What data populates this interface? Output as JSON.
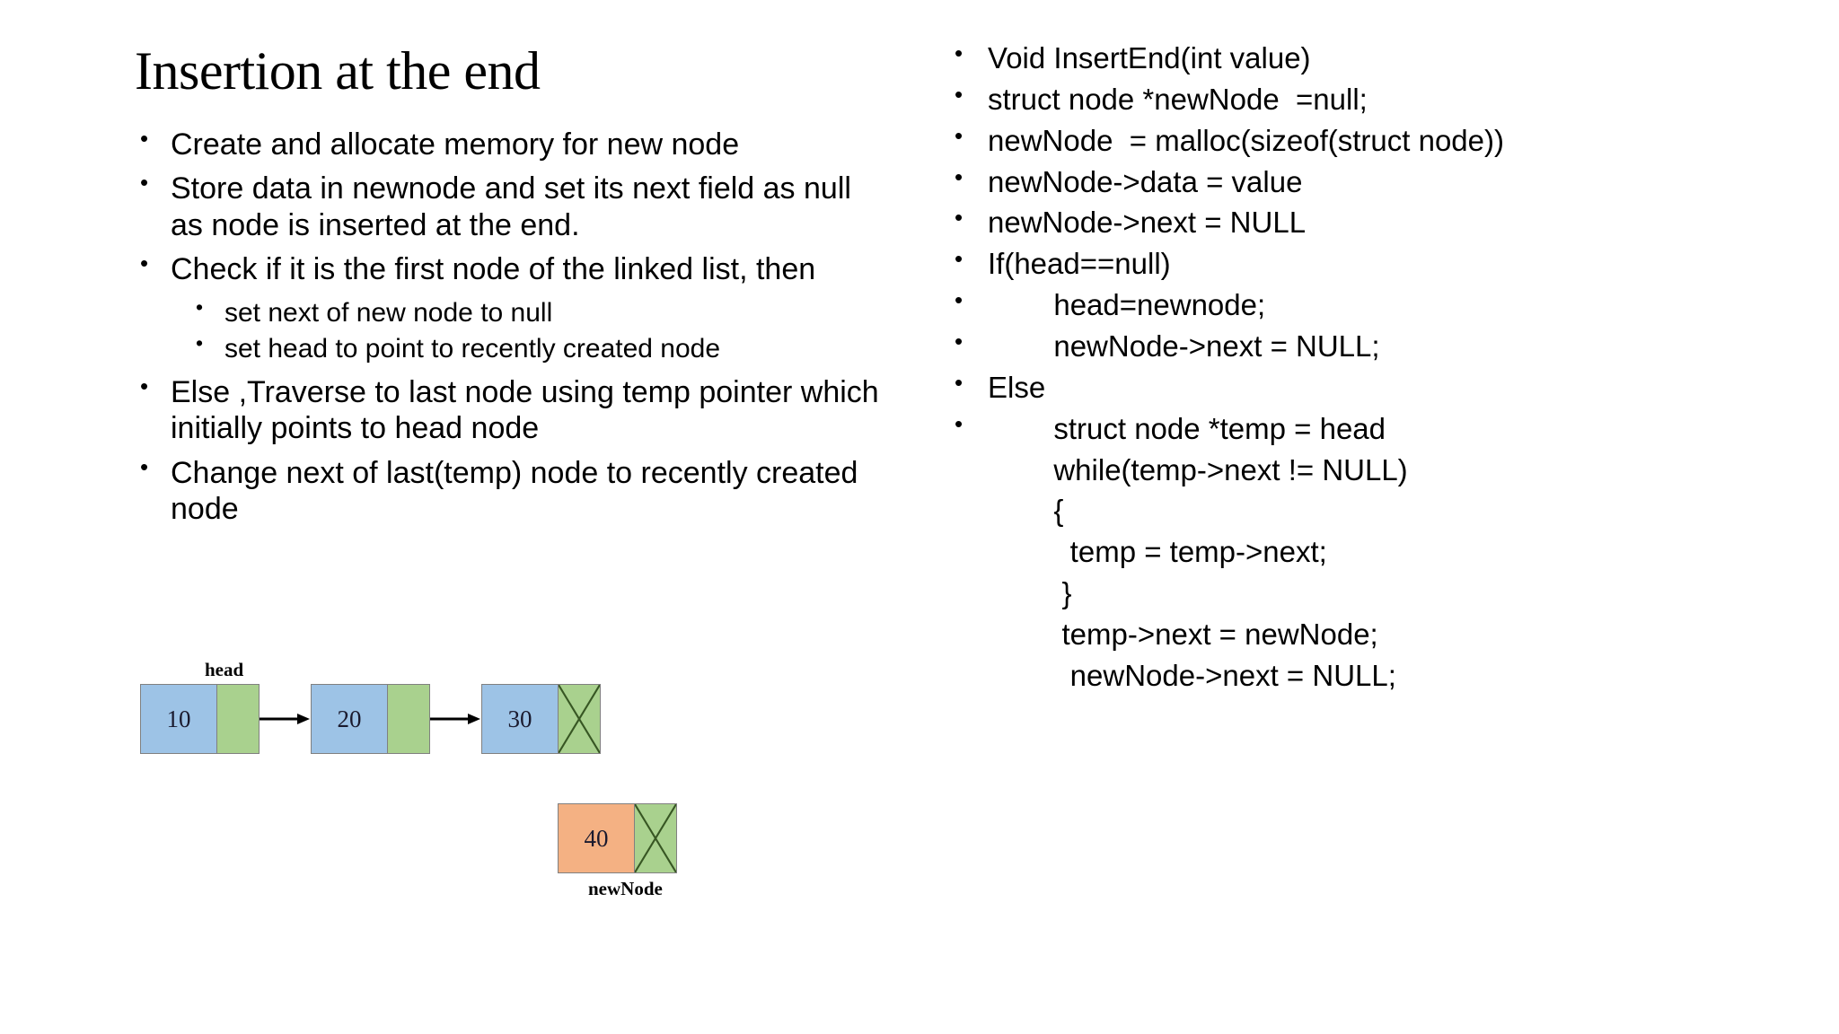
{
  "slide": {
    "title": "Insertion at the end",
    "left_bullets": [
      {
        "text": "Create and allocate memory for new node",
        "level": 1
      },
      {
        "text": "Store data in newnode and set its next field as null as node is inserted at the end.",
        "level": 1
      },
      {
        "text": "Check if it is the first  node of the linked list, then",
        "level": 1
      },
      {
        "text": "set next of new node to null",
        "level": 2
      },
      {
        "text": "set head to point to recently created node",
        "level": 2
      },
      {
        "text": "Else ,Traverse to last node using temp pointer which initially points to head node",
        "level": 1
      },
      {
        "text": "Change next of last(temp) node to recently created node",
        "level": 1
      }
    ],
    "code_lines": [
      {
        "text": "Void InsertEnd(int value)",
        "bullet": true
      },
      {
        "text": "struct node *newNode  =null;",
        "bullet": true
      },
      {
        "text": "newNode  = malloc(sizeof(struct node))",
        "bullet": true
      },
      {
        "text": "newNode->data = value",
        "bullet": true
      },
      {
        "text": "newNode->next = NULL",
        "bullet": true
      },
      {
        "text": "If(head==null)",
        "bullet": true
      },
      {
        "text": "        head=newnode;",
        "bullet": true
      },
      {
        "text": "        newNode->next = NULL;",
        "bullet": true
      },
      {
        "text": "Else",
        "bullet": true
      },
      {
        "text": "        struct node *temp = head",
        "bullet": true
      },
      {
        "text": "        while(temp->next != NULL)",
        "bullet": false
      },
      {
        "text": "        {",
        "bullet": false
      },
      {
        "text": "          temp = temp->next;",
        "bullet": false
      },
      {
        "text": "         }",
        "bullet": false
      },
      {
        "text": "         temp->next = newNode;",
        "bullet": false
      },
      {
        "text": "          newNode->next = NULL;",
        "bullet": false
      }
    ],
    "diagram": {
      "head_label": "head",
      "newnode_label": "newNode",
      "colors": {
        "data_cell": "#9DC3E6",
        "next_cell": "#A9D18E",
        "newnode_data_cell": "#F4B183",
        "border": "#808080",
        "arrow": "#000000",
        "null_cross": "#375623"
      },
      "nodes": [
        {
          "value": "10",
          "next_null": false
        },
        {
          "value": "20",
          "next_null": false
        },
        {
          "value": "30",
          "next_null": true
        }
      ],
      "new_node": {
        "value": "40",
        "next_null": true
      }
    }
  }
}
